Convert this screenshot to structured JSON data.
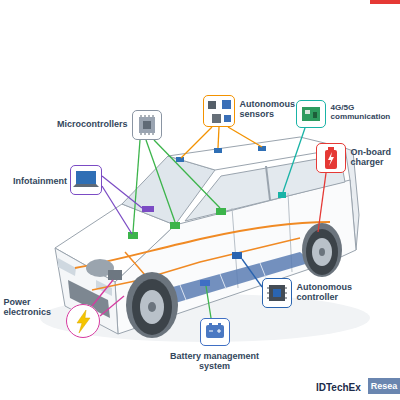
{
  "diagram": {
    "nodes": [
      {
        "text": [
          "Autonomous sensors"
        ]
      },
      {
        "text": [
          "4G/5G communication"
        ]
      },
      {
        "text": [
          "Microcontrollers"
        ]
      },
      {
        "text": [
          "On-board charger"
        ]
      },
      {
        "text": [
          "Infotainment"
        ]
      },
      {
        "text": [
          "Autonomous controller"
        ]
      },
      {
        "text": [
          "Power electronics"
        ]
      },
      {
        "text": [
          "Battery management system"
        ]
      }
    ],
    "labels": [
      "IDTechEx",
      "Resea"
    ]
  }
}
